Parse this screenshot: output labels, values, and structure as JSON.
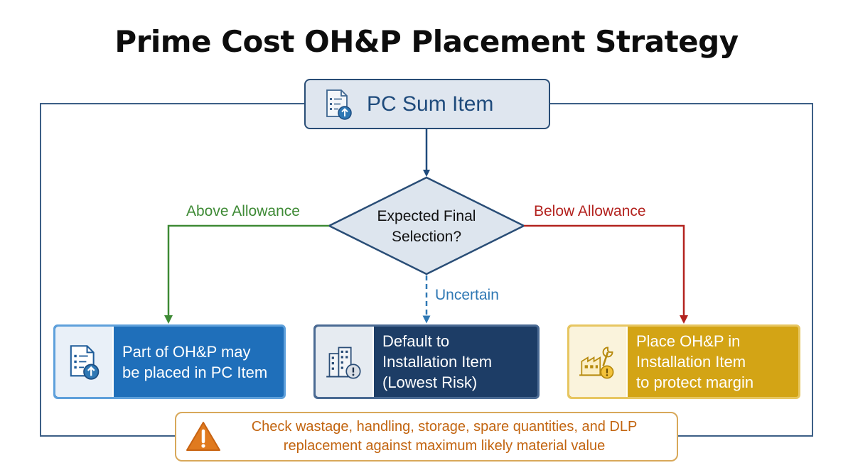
{
  "title": "Prime Cost OH&P Placement Strategy",
  "start": {
    "label": "PC Sum Item",
    "icon": "document-upload-icon"
  },
  "decision": {
    "line1": "Expected Final",
    "line2": "Selection?"
  },
  "branches": {
    "above": {
      "label": "Above Allowance",
      "color": "#3e8a35"
    },
    "uncertain": {
      "label": "Uncertain",
      "color": "#2f78b4"
    },
    "below": {
      "label": "Below Allowance",
      "color": "#b3231f"
    }
  },
  "outcomes": {
    "above": {
      "lines": [
        "Part of OH&P may",
        "be placed in PC Item"
      ],
      "icon": "document-upload-icon",
      "color": "#1f6fba"
    },
    "uncertain": {
      "lines": [
        "Default to",
        "Installation Item",
        "(Lowest Risk)"
      ],
      "icon": "building-warning-icon",
      "color": "#1d3d66"
    },
    "below": {
      "lines": [
        "Place OH&P in",
        "Installation Item",
        "to protect margin"
      ],
      "icon": "factory-wrench-icon",
      "color": "#d3a415"
    }
  },
  "warning": {
    "line1": "Check wastage, handling, storage, spare quantities, and DLP",
    "line2": "replacement against maximum likely material value",
    "icon": "warning-triangle-icon",
    "color": "#e07a1f"
  }
}
